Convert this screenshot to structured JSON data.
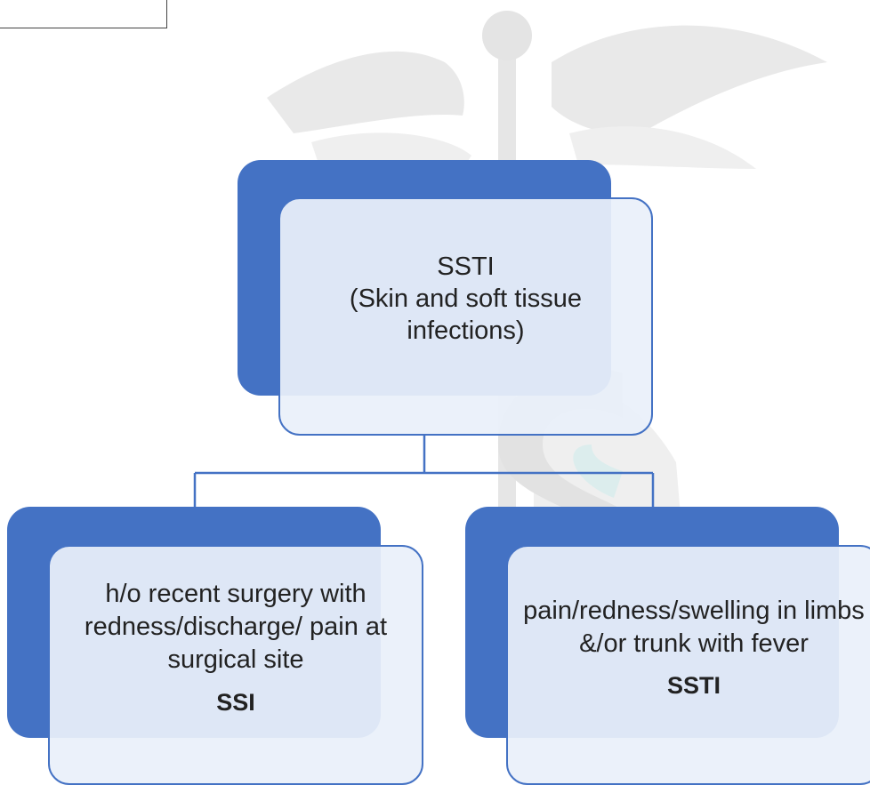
{
  "root": {
    "title": "SSTI",
    "subtitle": "(Skin and soft tissue infections)"
  },
  "children": [
    {
      "description": "h/o recent surgery with redness/discharge/ pain at surgical site",
      "tag": "SSI"
    },
    {
      "description": "pain/redness/swelling in limbs &/or trunk with fever",
      "tag": "SSTI"
    }
  ],
  "colors": {
    "accent": "#4472c4",
    "box_fill": "#eaf0fa",
    "watermark": "#e3e3e3",
    "watermark_accent": "#d6fbfb"
  },
  "icons": [
    "caduceus-watermark"
  ]
}
